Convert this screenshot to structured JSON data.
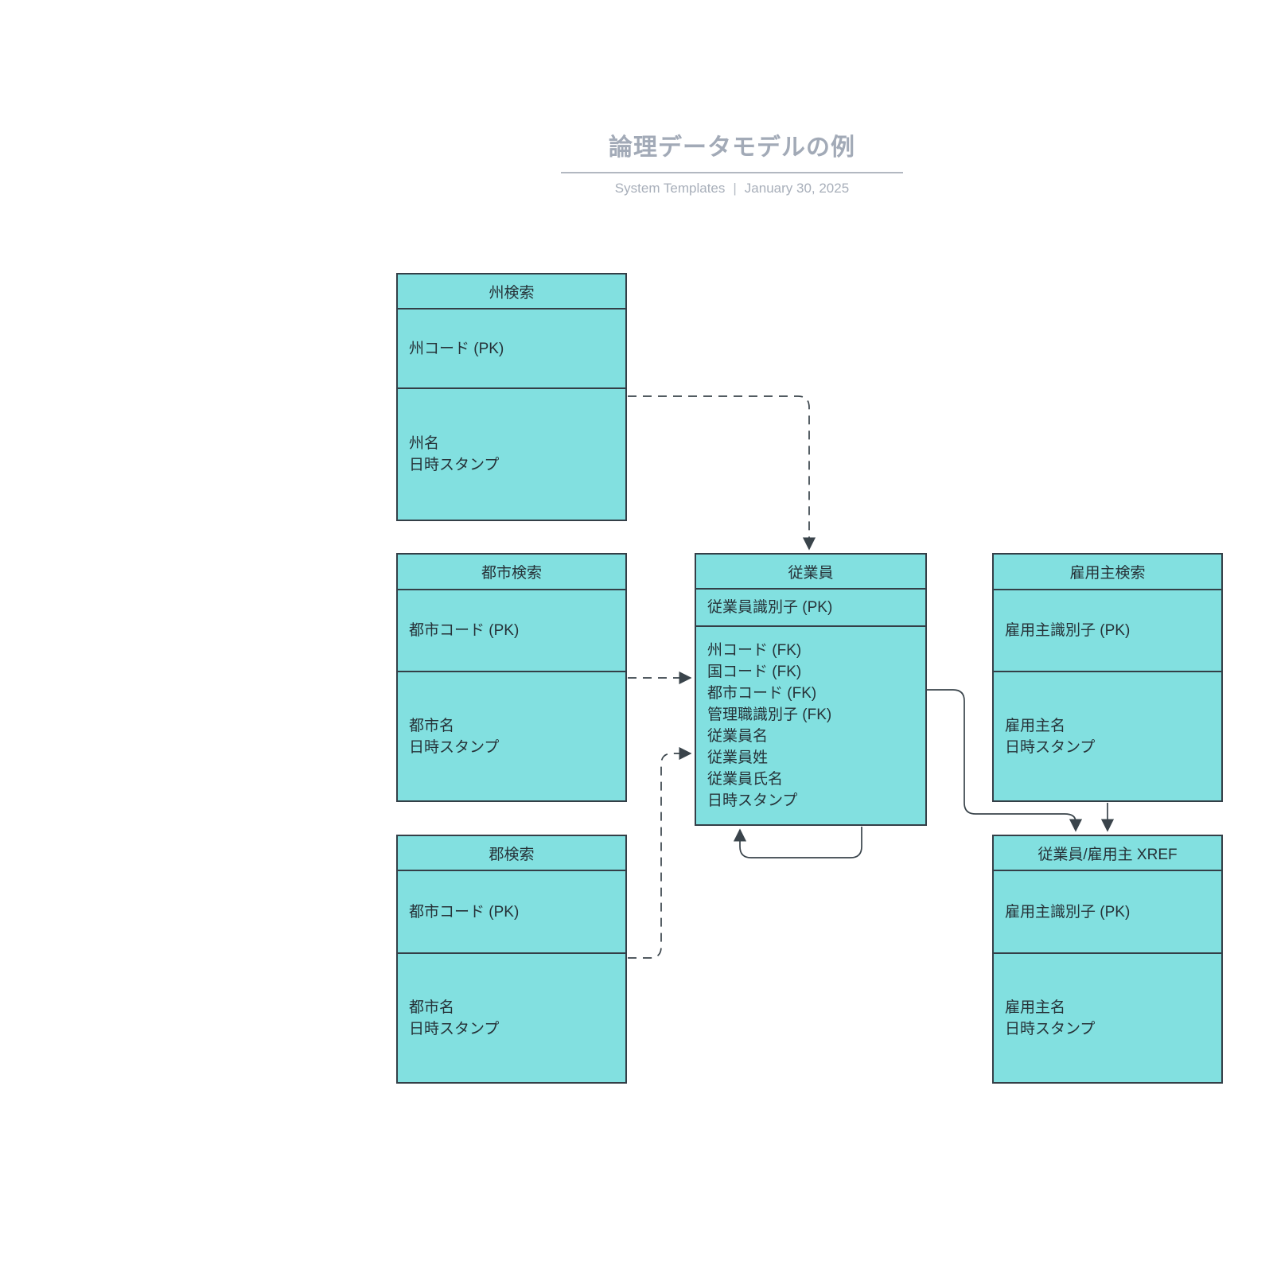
{
  "header": {
    "title": "論理データモデルの例",
    "source": "System Templates",
    "separator": "|",
    "date": "January 30, 2025"
  },
  "colors": {
    "entity_fill": "#82e0e0",
    "entity_border": "#343f47",
    "entity_text": "#263238",
    "connector": "#3a444b",
    "header_text": "#a2aab7"
  },
  "entities": [
    {
      "id": "state-lookup",
      "title": "州検索",
      "pk": [
        "州コード (PK)"
      ],
      "attributes": [
        "州名",
        "日時スタンプ"
      ]
    },
    {
      "id": "city-lookup",
      "title": "都市検索",
      "pk": [
        "都市コード (PK)"
      ],
      "attributes": [
        "都市名",
        "日時スタンプ"
      ]
    },
    {
      "id": "county-lookup",
      "title": "郡検索",
      "pk": [
        "都市コード (PK)"
      ],
      "attributes": [
        "都市名",
        "日時スタンプ"
      ]
    },
    {
      "id": "employee",
      "title": "従業員",
      "pk": [
        "従業員識別子 (PK)"
      ],
      "attributes": [
        "州コード (FK)",
        "国コード (FK)",
        "都市コード (FK)",
        "管理職識別子 (FK)",
        "従業員名",
        "従業員姓",
        "従業員氏名",
        "日時スタンプ"
      ]
    },
    {
      "id": "employer-lookup",
      "title": "雇用主検索",
      "pk": [
        "雇用主識別子 (PK)"
      ],
      "attributes": [
        "雇用主名",
        "日時スタンプ"
      ]
    },
    {
      "id": "employee-employer-xref",
      "title": "従業員/雇用主 XREF",
      "pk": [
        "雇用主識別子 (PK)"
      ],
      "attributes": [
        "雇用主名",
        "日時スタンプ"
      ]
    }
  ],
  "connections": [
    {
      "from": "state-lookup",
      "to": "employee",
      "style": "dashed-arrow"
    },
    {
      "from": "city-lookup",
      "to": "employee",
      "style": "dashed-arrow"
    },
    {
      "from": "county-lookup",
      "to": "employee",
      "style": "dashed-arrow"
    },
    {
      "from": "employee",
      "to": "employee-employer-xref",
      "style": "solid-arrow"
    },
    {
      "from": "employer-lookup",
      "to": "employee-employer-xref",
      "style": "solid-arrow"
    },
    {
      "from": "employee",
      "to": "employee",
      "style": "solid-arrow-self"
    }
  ]
}
